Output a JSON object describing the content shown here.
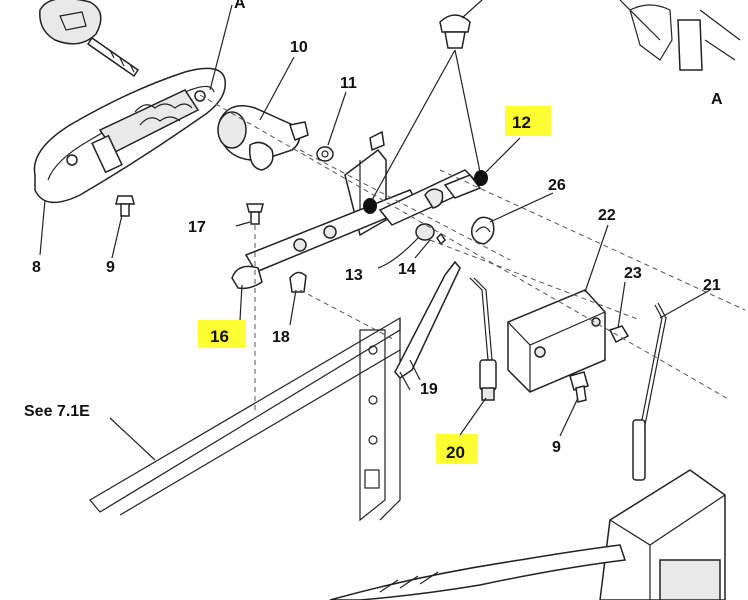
{
  "callouts": {
    "c8": "8",
    "c9a": "9",
    "c9b": "9",
    "c10": "10",
    "c11": "11",
    "c12": "12",
    "c13": "13",
    "c14": "14",
    "c16": "16",
    "c17": "17",
    "c18": "18",
    "c19": "19",
    "c20": "20",
    "c21": "21",
    "c22": "22",
    "c23": "23",
    "c26": "26",
    "cA1": "A",
    "cA2": "A"
  },
  "see_note": "See  7.1E",
  "colors": {
    "highlight": "#ffff33",
    "ink": "#222222"
  }
}
